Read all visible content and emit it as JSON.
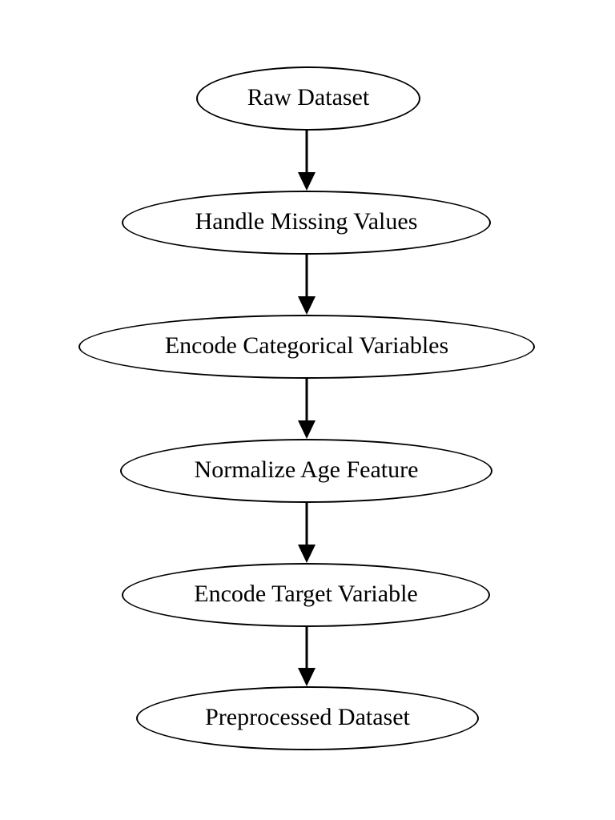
{
  "diagram": {
    "type": "flowchart",
    "direction": "top-down",
    "background_color": "#ffffff",
    "node_fill_color": "#ffffff",
    "node_stroke_color": "#000000",
    "text_color": "#000000",
    "node_shape": "ellipse",
    "nodes": [
      {
        "id": "raw-dataset",
        "label": "Raw Dataset"
      },
      {
        "id": "handle-missing-values",
        "label": "Handle Missing Values"
      },
      {
        "id": "encode-categorical-variables",
        "label": "Encode Categorical Variables"
      },
      {
        "id": "normalize-age-feature",
        "label": "Normalize Age Feature"
      },
      {
        "id": "encode-target-variable",
        "label": "Encode Target Variable"
      },
      {
        "id": "preprocessed-dataset",
        "label": "Preprocessed Dataset"
      }
    ],
    "edges": [
      {
        "from": "Raw Dataset",
        "to": "Handle Missing Values"
      },
      {
        "from": "Handle Missing Values",
        "to": "Encode Categorical Variables"
      },
      {
        "from": "Encode Categorical Variables",
        "to": "Normalize Age Feature"
      },
      {
        "from": "Normalize Age Feature",
        "to": "Encode Target Variable"
      },
      {
        "from": "Encode Target Variable",
        "to": "Preprocessed Dataset"
      }
    ]
  }
}
